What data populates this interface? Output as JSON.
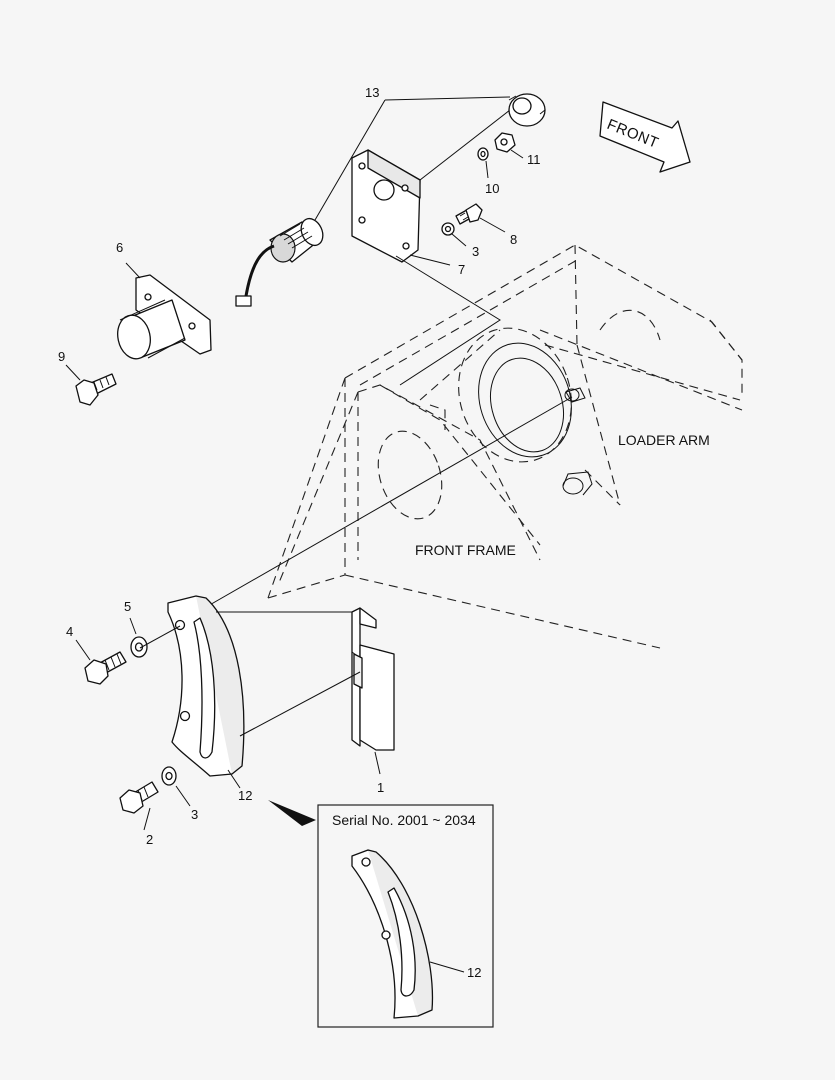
{
  "callouts": {
    "c1": "1",
    "c2": "2",
    "c3a": "3",
    "c3b": "3",
    "c4": "4",
    "c5": "5",
    "c6": "6",
    "c7": "7",
    "c8": "8",
    "c9": "9",
    "c10": "10",
    "c11": "11",
    "c12a": "12",
    "c12b": "12",
    "c13": "13"
  },
  "labels": {
    "front_arrow": "FRONT",
    "loader_arm": "LOADER ARM",
    "front_frame": "FRONT FRAME"
  },
  "inset": {
    "title": "Serial No. 2001 ~ 2034"
  }
}
